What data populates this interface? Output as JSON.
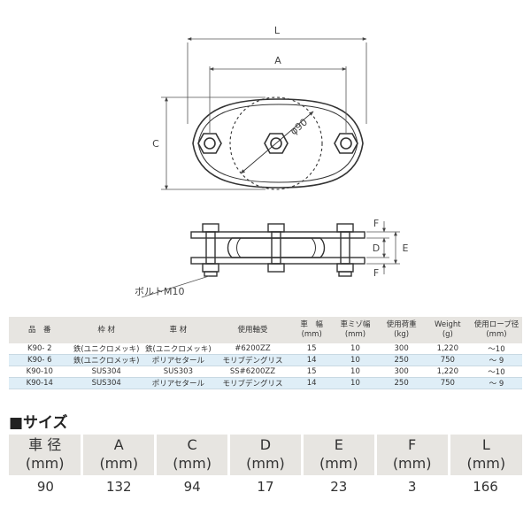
{
  "diagram": {
    "labels": {
      "L": "L",
      "A": "A",
      "C": "C",
      "phi": "φ90",
      "F_top": "F",
      "D": "D",
      "E": "E",
      "F_bottom": "F",
      "bolt": "ボルトM10"
    }
  },
  "spec_table": {
    "headers": [
      {
        "line1": "品　番",
        "line2": ""
      },
      {
        "line1": "枠 材",
        "line2": ""
      },
      {
        "line1": "車 材",
        "line2": ""
      },
      {
        "line1": "使用軸受",
        "line2": ""
      },
      {
        "line1": "車　幅",
        "line2": "(mm)"
      },
      {
        "line1": "車ミゾ幅",
        "line2": "(mm)"
      },
      {
        "line1": "使用荷重",
        "line2": "(kg)"
      },
      {
        "line1": "Weight",
        "line2": "(g)"
      },
      {
        "line1": "使用ロープ径",
        "line2": "(mm)"
      }
    ],
    "rows": [
      [
        "K90- 2",
        "鉄(ユニクロメッキ)",
        "鉄(ユニクロメッキ)",
        "#6200ZZ",
        "15",
        "10",
        "300",
        "1,220",
        "～10"
      ],
      [
        "K90- 6",
        "鉄(ユニクロメッキ)",
        "ポリアセタール",
        "モリブデングリス",
        "14",
        "10",
        "250",
        "750",
        "～ 9"
      ],
      [
        "K90-10",
        "SUS304",
        "SUS303",
        "SS#6200ZZ",
        "15",
        "10",
        "300",
        "1,220",
        "～10"
      ],
      [
        "K90-14",
        "SUS304",
        "ポリアセタール",
        "モリブデングリス",
        "14",
        "10",
        "250",
        "750",
        "～ 9"
      ]
    ]
  },
  "size_section": {
    "title": "■サイズ",
    "headers": [
      {
        "label": "車 径",
        "unit": "(mm)"
      },
      {
        "label": "A",
        "unit": "(mm)"
      },
      {
        "label": "C",
        "unit": "(mm)"
      },
      {
        "label": "D",
        "unit": "(mm)"
      },
      {
        "label": "E",
        "unit": "(mm)"
      },
      {
        "label": "F",
        "unit": "(mm)"
      },
      {
        "label": "L",
        "unit": "(mm)"
      }
    ],
    "values": [
      "90",
      "132",
      "94",
      "17",
      "23",
      "3",
      "166"
    ]
  }
}
